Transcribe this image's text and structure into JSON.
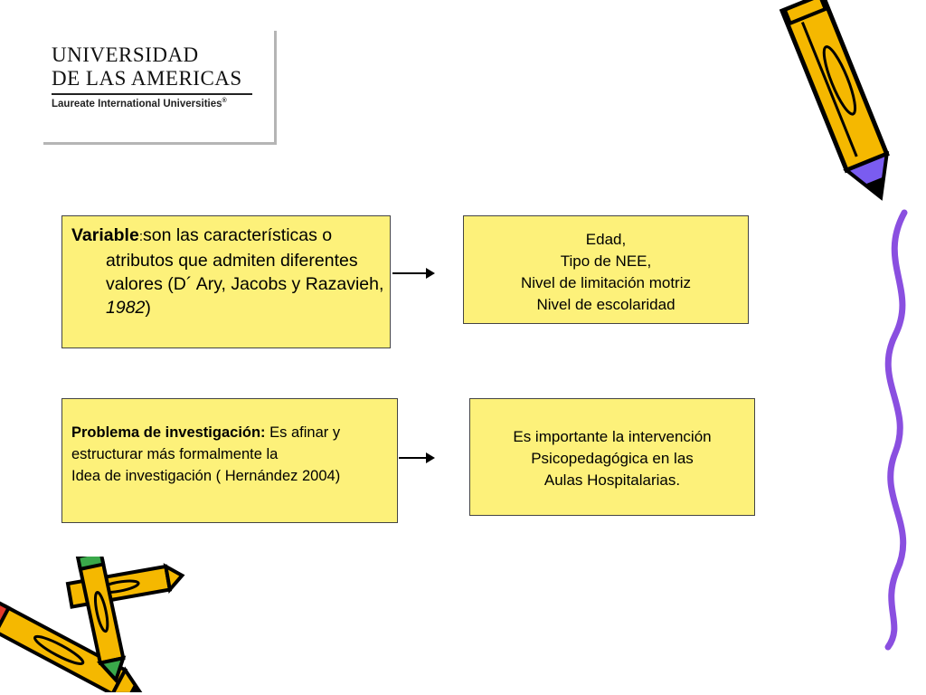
{
  "logo": {
    "line1": "UNIVERSIDAD",
    "line2": "DE LAS AMERICAS",
    "subtitle": "Laureate International Universities",
    "registered": "®"
  },
  "box_variable": {
    "term": "Variable",
    "colon": ":",
    "text_part1": "son las características o atributos que admiten diferentes valores (D´ Ary, Jacobs y Razavieh, ",
    "year": "1982",
    "close": ")"
  },
  "box_variables_list": {
    "items": [
      "Edad,",
      "Tipo de NEE,",
      "Nivel de limitación motriz",
      "Nivel de escolaridad"
    ]
  },
  "box_problem": {
    "term": "Problema de investigación:",
    "line1_rest": " Es afinar y",
    "line2": "estructurar más formalmente la",
    "line3": "Idea de investigación ( Hernández 2004)"
  },
  "box_conclusion": {
    "lines": [
      "Es importante la intervención",
      "Psicopedagógica en las",
      "Aulas Hospitalarias."
    ]
  },
  "decorations": {
    "icons": [
      "pencil-icon",
      "crossed-pencils-icon",
      "wavy-line"
    ],
    "colors": {
      "box_fill": "#fdf17a",
      "pencil_body": "#f5b800",
      "pencil_tip": "#7a5cf0",
      "wave": "#8a4fe0"
    }
  }
}
